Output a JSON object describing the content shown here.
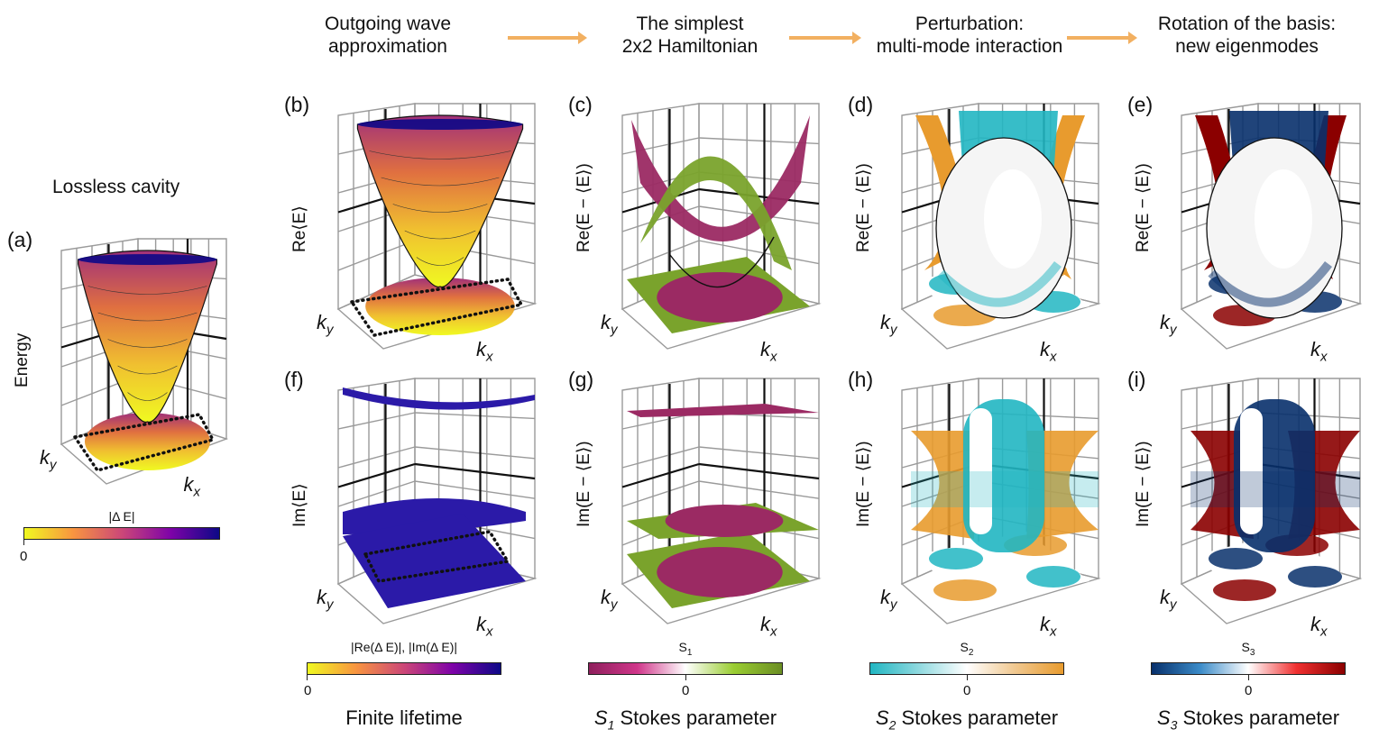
{
  "stages": [
    {
      "line1": "Outgoing wave",
      "line2": "approximation"
    },
    {
      "line1": "The simplest",
      "line2": "2x2 Hamiltonian"
    },
    {
      "line1": "Perturbation:",
      "line2": "multi-mode interaction"
    },
    {
      "line1": "Rotation of the basis:",
      "line2": "new eigenmodes"
    }
  ],
  "arrow_color": "#f2b061",
  "lossless_title": "Lossless cavity",
  "axis": {
    "kx": "k",
    "kx_sub": "x",
    "ky": "k",
    "ky_sub": "y"
  },
  "panels": {
    "a": {
      "label": "(a)",
      "ylabel": "Energy"
    },
    "b": {
      "label": "(b)",
      "ylabel": "Re⟨E⟩"
    },
    "c": {
      "label": "(c)",
      "ylabel": "Re(E − ⟨E⟩)"
    },
    "d": {
      "label": "(d)",
      "ylabel": "Re(E − ⟨E⟩)"
    },
    "e": {
      "label": "(e)",
      "ylabel": "Re(E − ⟨E⟩)"
    },
    "f": {
      "label": "(f)",
      "ylabel": "Im⟨E⟩"
    },
    "g": {
      "label": "(g)",
      "ylabel": "Im(E − ⟨E⟩)"
    },
    "h": {
      "label": "(h)",
      "ylabel": "Im(E − ⟨E⟩)"
    },
    "i": {
      "label": "(i)",
      "ylabel": "Im(E − ⟨E⟩)"
    }
  },
  "colorbars": [
    {
      "title": "|Δ E|",
      "zero": "0",
      "colors": [
        "#f0f921",
        "#f89540",
        "#cc4778",
        "#7e03a8",
        "#0d0887"
      ]
    },
    {
      "title": "|Re(Δ E)|, |Im(Δ E)|",
      "zero": "0",
      "colors": [
        "#f0f921",
        "#f89540",
        "#cc4778",
        "#7e03a8",
        "#0d0887"
      ]
    },
    {
      "title": "S",
      "title_sub": "1",
      "zero": "0",
      "colors": [
        "#8e1f5c",
        "#d0368a",
        "#ffffff",
        "#9acd32",
        "#6b8e23"
      ]
    },
    {
      "title": "S",
      "title_sub": "2",
      "zero": "0",
      "colors": [
        "#21b6c2",
        "#8fd9df",
        "#ffffff",
        "#f0c890",
        "#e89b2e"
      ]
    },
    {
      "title": "S",
      "title_sub": "3",
      "zero": "0",
      "colors": [
        "#08306b",
        "#3b8bc8",
        "#ffffff",
        "#f03030",
        "#8b0000"
      ]
    }
  ],
  "captions": [
    {
      "text": "Finite lifetime"
    },
    {
      "sym": "S",
      "sub": "1",
      "text": " Stokes parameter"
    },
    {
      "sym": "S",
      "sub": "2",
      "text": " Stokes parameter"
    },
    {
      "sym": "S",
      "sub": "3",
      "text": " Stokes parameter"
    }
  ],
  "colors": {
    "magenta": "#9b2a63",
    "green": "#7aa32c",
    "teal": "#2aa8b5",
    "orange": "#e39a35",
    "red": "#d7191c",
    "blue": "#2b7bba",
    "indigo": "#2b1aa8"
  }
}
